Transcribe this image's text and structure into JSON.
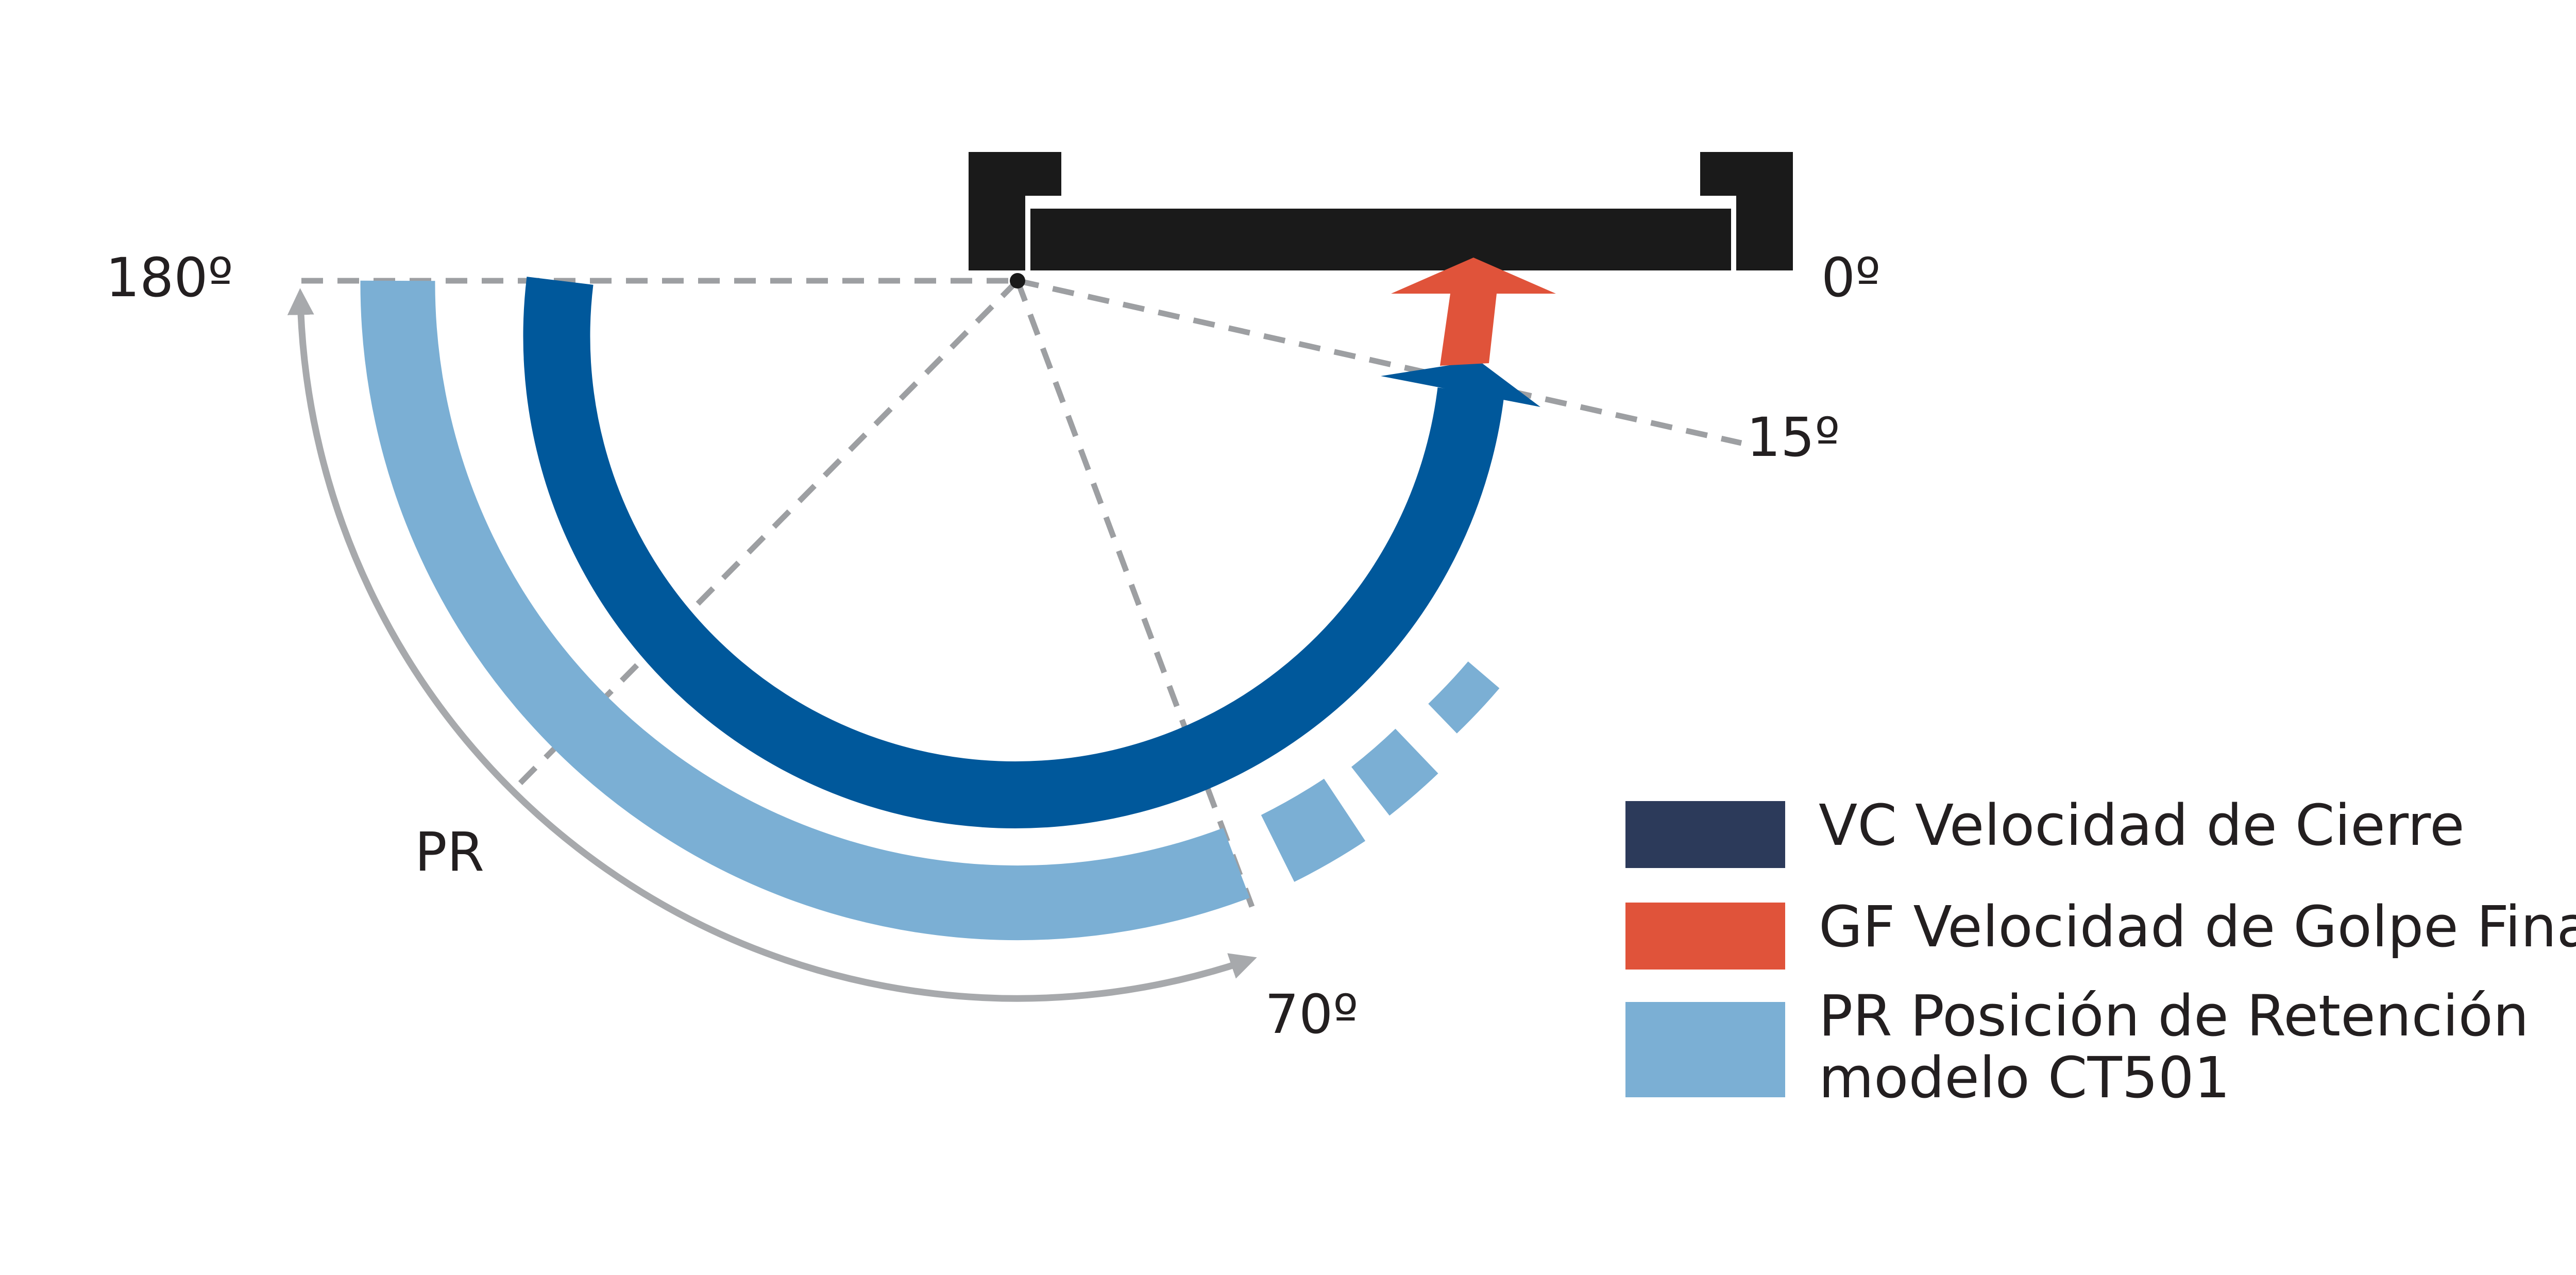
{
  "angles": {
    "deg_180": "180º",
    "deg_0": "0º",
    "deg_15": "15º",
    "deg_70": "70º"
  },
  "hold_label": "PR",
  "legend": {
    "items": [
      {
        "lines": [
          "VC Velocidad de Cierre"
        ],
        "color": "#2c3a5a"
      },
      {
        "lines": [
          "GF Velocidad de Golpe Final"
        ],
        "color": "#e0533a"
      },
      {
        "lines": [
          "PR Posición de Retención",
          "modelo CT501"
        ],
        "color": "#7bafd4"
      }
    ]
  },
  "colors": {
    "door": "#1a1a1a",
    "closing_arc": "#00589b",
    "latch_arrow": "#e0533a",
    "hold_arc": "#7bafd4",
    "range_arrow": "#a7a9ac",
    "guides": "#9d9fa2"
  }
}
